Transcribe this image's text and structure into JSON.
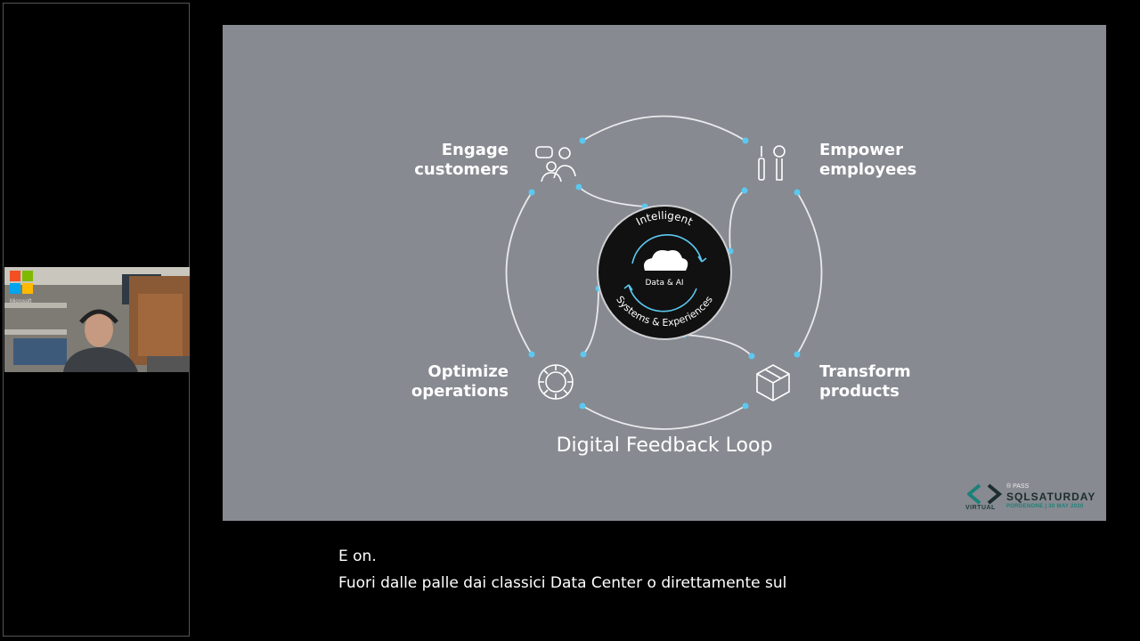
{
  "slide": {
    "title": "Digital Feedback Loop",
    "labels": {
      "engage": [
        "Engage",
        "customers"
      ],
      "empower": [
        "Empower",
        "employees"
      ],
      "optimize": [
        "Optimize",
        "operations"
      ],
      "transform": [
        "Transform",
        "products"
      ]
    },
    "center": {
      "top_text": "Intelligent",
      "inner_text": "Data & AI",
      "bottom_text": "Systems & Experiences"
    },
    "accent_color": "#5cc8f0"
  },
  "badge": {
    "virtual": "VIRTUAL",
    "pass": "® PASS",
    "name": "SQLSATURDAY",
    "sub": "PORDENONE | 30 MAY 2020"
  },
  "webcam": {
    "logo_text": "Microsoft"
  },
  "captions": {
    "line1": "E on.",
    "line2": "Fuori dalle palle dai classici Data Center o direttamente sul"
  }
}
